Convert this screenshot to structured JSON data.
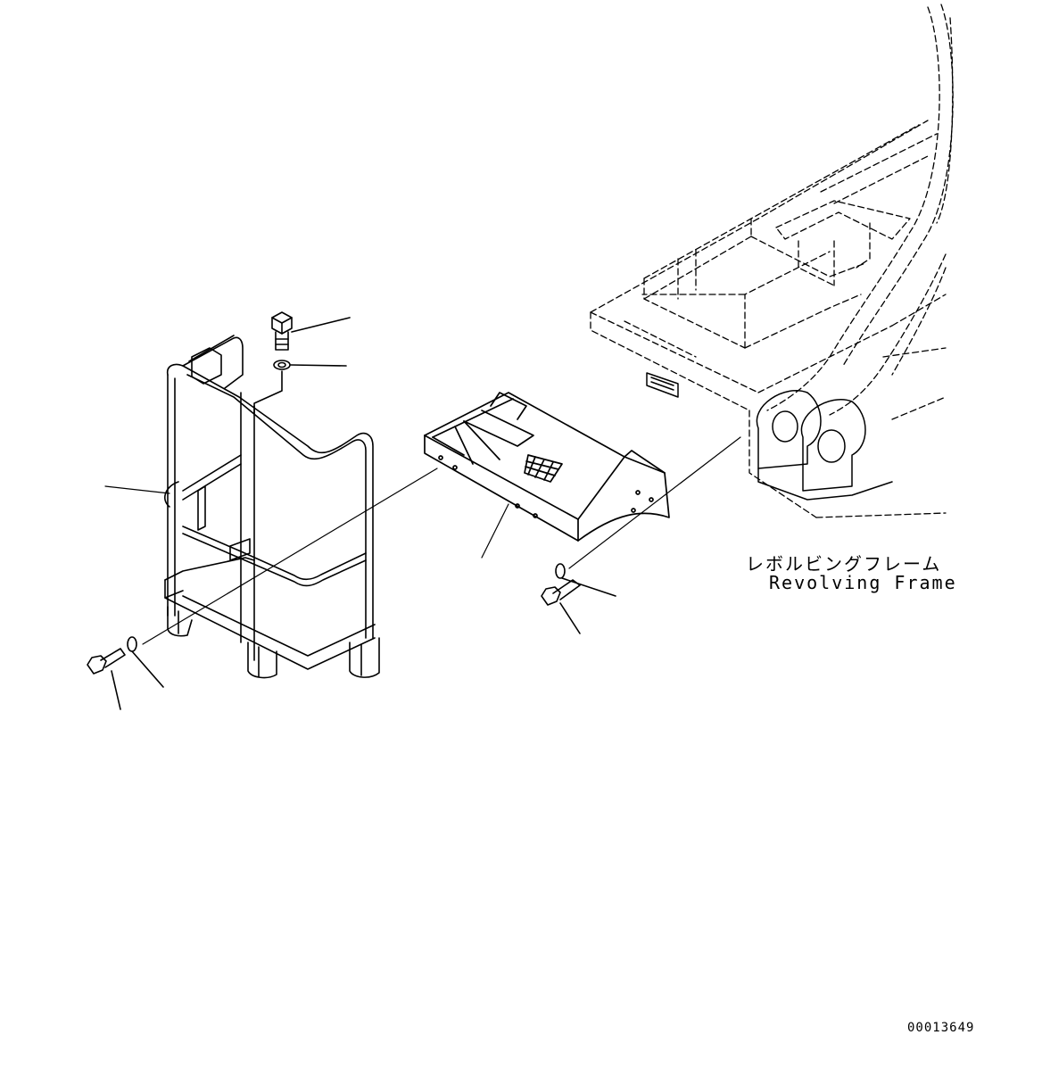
{
  "diagram": {
    "callout_label_japanese": "レボルビングフレーム",
    "callout_label_english": "Revolving Frame",
    "drawing_number": "00013649",
    "colors": {
      "line": "#000000",
      "background": "#ffffff"
    },
    "parts": [
      {
        "name": "handrail-assembly"
      },
      {
        "name": "step-box"
      },
      {
        "name": "bolt"
      },
      {
        "name": "washer"
      },
      {
        "name": "revolving-frame"
      }
    ]
  }
}
